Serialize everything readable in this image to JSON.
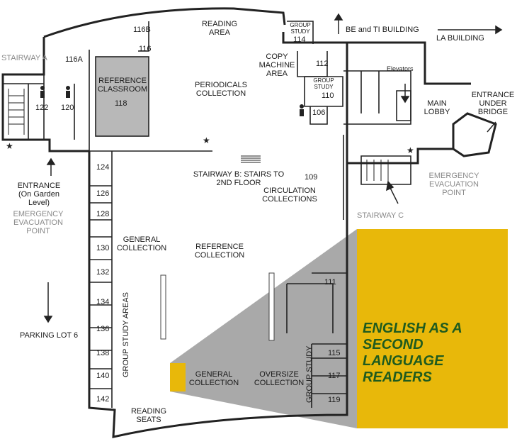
{
  "colors": {
    "highlight": "#e8b80a",
    "highlight_text": "#1f5b1e",
    "shade": "#9a9a9a",
    "room_fill": "#b8b8b8",
    "wall": "#222222",
    "evac_text": "#8a8a8a"
  },
  "callout": {
    "text": "ENGLISH AS A\nSECOND\nLANGUAGE\nREADERS"
  },
  "labels": {
    "stairway_a": "STAIRWAY A",
    "room_116a": "116A",
    "room_116b": "116B",
    "room_116": "116",
    "reference_classroom": "REFERENCE\nCLASSROOM",
    "room_118": "118",
    "room_122": "122",
    "room_120": "120",
    "reading_area": "READING\nAREA",
    "periodicals": "PERIODICALS\nCOLLECTION",
    "group_study_114": "GROUP\nSTUDY",
    "room_114": "114",
    "be_ti": "BE and TI BUILDING",
    "la_building": "LA BUILDING",
    "copy_machine": "COPY\nMACHINE\nAREA",
    "room_112": "112",
    "group_study_110": "GROUP\nSTUDY",
    "room_110": "110",
    "room_106": "106",
    "elevators": "Elevators",
    "main_lobby": "MAIN\nLOBBY",
    "entrance_bridge": "ENTRANCE\nUNDER\nBRIDGE",
    "stairway_b": "STAIRWAY B: STAIRS TO\n2ND FLOOR",
    "room_109": "109",
    "circulation": "CIRCULATION\nCOLLECTIONS",
    "stairway_c": "STAIRWAY C",
    "evac_right": "EMERGENCY\nEVACUATION\nPOINT",
    "entrance_garden": "ENTRANCE\n(On Garden\nLevel)",
    "evac_left": "EMERGENCY\nEVACUATION\nPOINT",
    "room_124": "124",
    "room_126": "126",
    "room_128": "128",
    "room_130": "130",
    "room_132": "132",
    "room_134": "134",
    "room_136": "136",
    "room_138": "138",
    "room_140": "140",
    "room_142": "142",
    "general_collection_1": "GENERAL\nCOLLECTION",
    "reference_collection": "REFERENCE\nCOLLECTION",
    "group_study_areas": "GROUP STUDY AREAS",
    "parking_lot": "PARKING LOT 6",
    "room_111": "111",
    "general_collection_2": "GENERAL\nCOLLECTION",
    "oversize_collection": "OVERSIZE\nCOLLECTION",
    "group_study_vert": "GROUP STUDY",
    "room_115": "115",
    "room_117": "117",
    "room_119": "119",
    "reading_seats": "READING\nSEATS"
  }
}
